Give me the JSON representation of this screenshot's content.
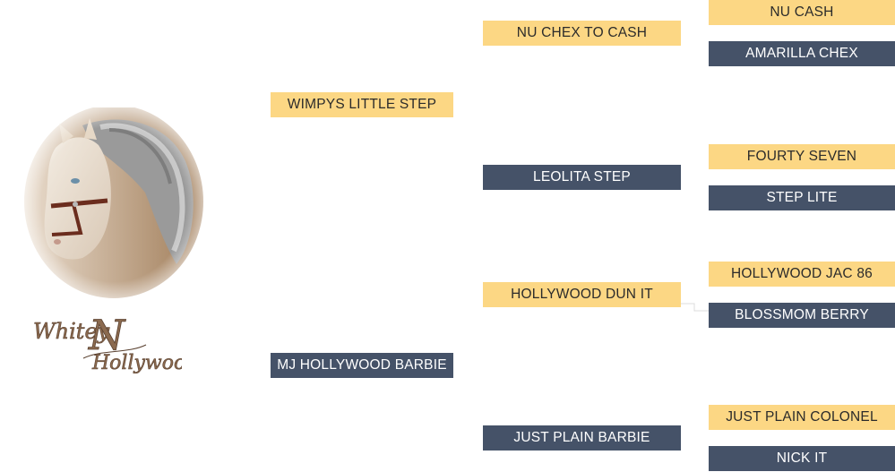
{
  "logo": {
    "text": "Whitey N Hollywood"
  },
  "pedigree": {
    "sire": {
      "name": "WIMPYS LITTLE STEP",
      "sex": "sire"
    },
    "dam": {
      "name": "MJ HOLLYWOOD BARBIE",
      "sex": "dam"
    },
    "sire_sire": {
      "name": "NU CHEX TO CASH",
      "sex": "sire"
    },
    "sire_dam": {
      "name": "LEOLITA STEP",
      "sex": "dam"
    },
    "dam_sire": {
      "name": "HOLLYWOOD DUN IT",
      "sex": "sire"
    },
    "dam_dam": {
      "name": "JUST PLAIN BARBIE",
      "sex": "dam"
    },
    "sire_sire_sire": {
      "name": "NU CASH",
      "sex": "sire"
    },
    "sire_sire_dam": {
      "name": "AMARILLA CHEX",
      "sex": "dam"
    },
    "sire_dam_sire": {
      "name": "FOURTY SEVEN",
      "sex": "sire"
    },
    "sire_dam_dam": {
      "name": "STEP LITE",
      "sex": "dam"
    },
    "dam_sire_sire": {
      "name": "HOLLYWOOD JAC 86",
      "sex": "sire"
    },
    "dam_sire_dam": {
      "name": "BLOSSMOM BERRY",
      "sex": "dam"
    },
    "dam_dam_sire": {
      "name": "JUST PLAIN COLONEL",
      "sex": "sire"
    },
    "dam_dam_dam": {
      "name": "NICK IT",
      "sex": "dam"
    }
  },
  "colors": {
    "sire_box": "#fcd784",
    "dam_box": "#455268",
    "sire_text": "#2b2b2b",
    "dam_text": "#ffffff"
  }
}
